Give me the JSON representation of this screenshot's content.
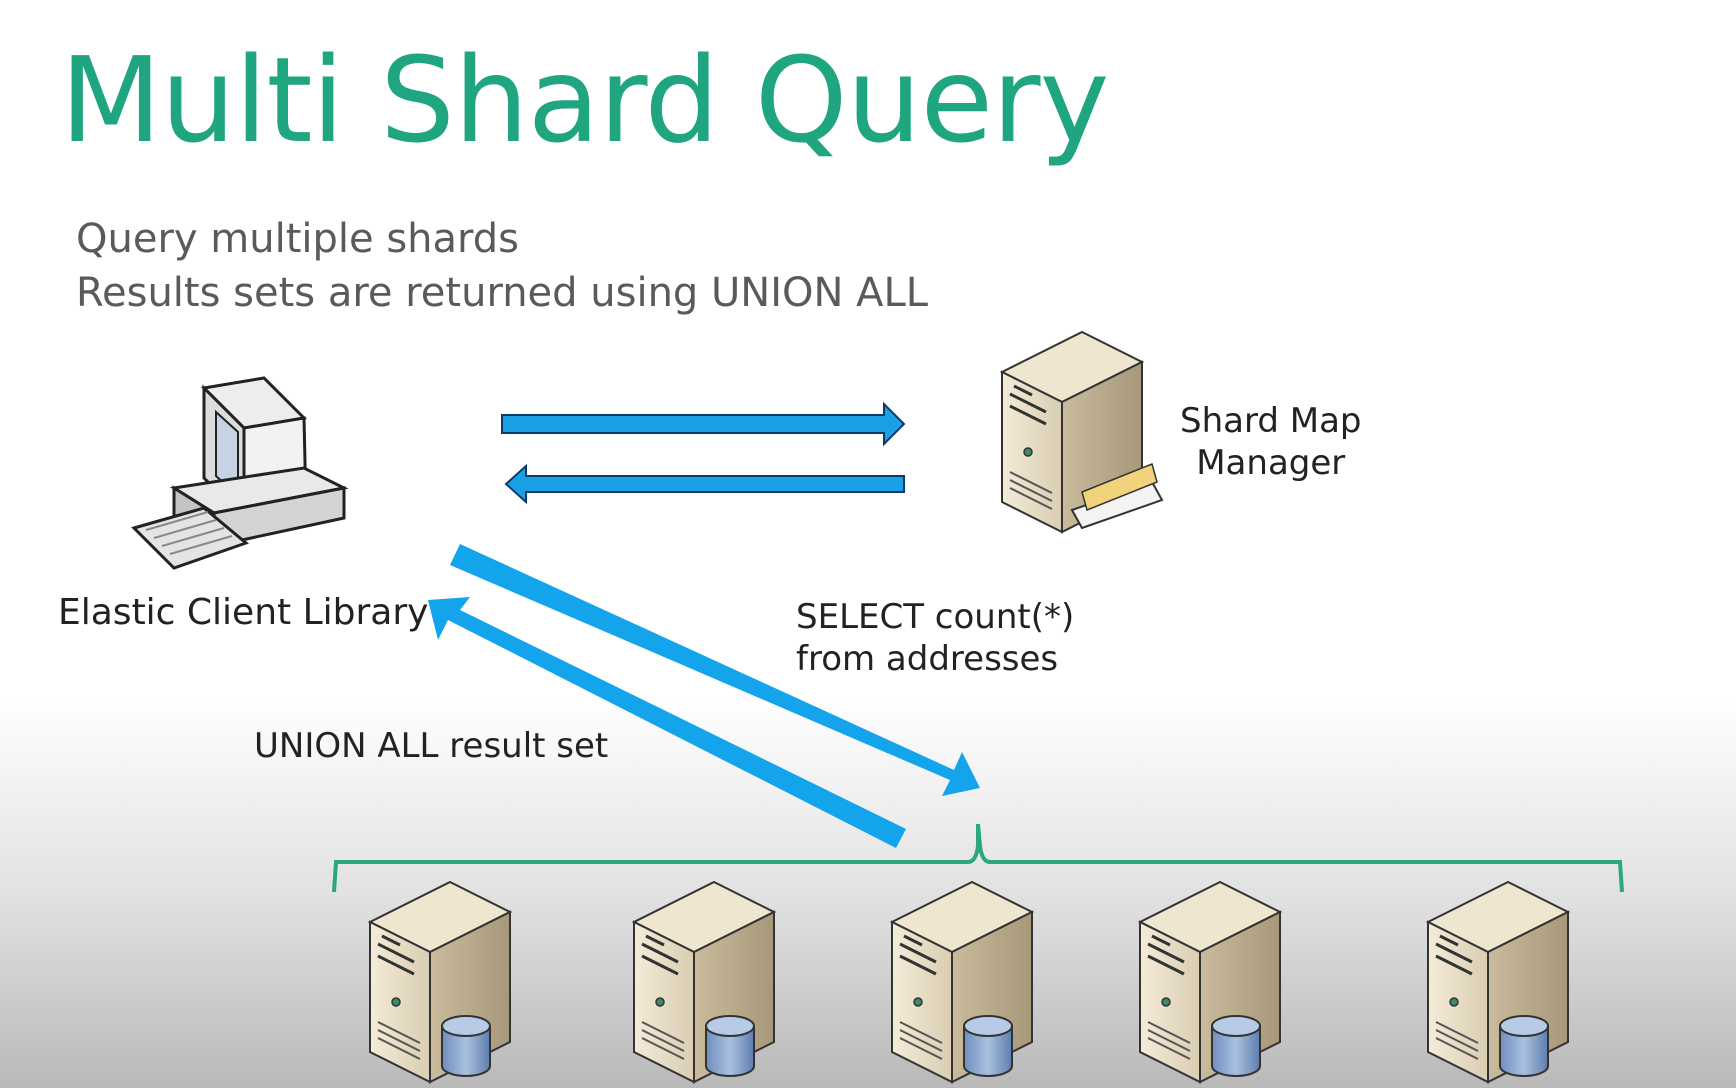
{
  "title": "Multi Shard Query",
  "bullets": [
    "Query multiple shards",
    "Results sets are returned using UNION ALL"
  ],
  "client_label": "Elastic Client Library",
  "shard_map_manager": {
    "line1": "Shard Map",
    "line2": "Manager"
  },
  "query_label": {
    "line1": "SELECT count(*)",
    "line2": "from addresses"
  },
  "result_label": "UNION ALL result set",
  "colors": {
    "title": "#1fa680",
    "arrow": "#1aa0e6",
    "bracket": "#2aa87a",
    "server_body": "#e6dcc6",
    "database": "#7d9ac6"
  },
  "shard_count": 5
}
